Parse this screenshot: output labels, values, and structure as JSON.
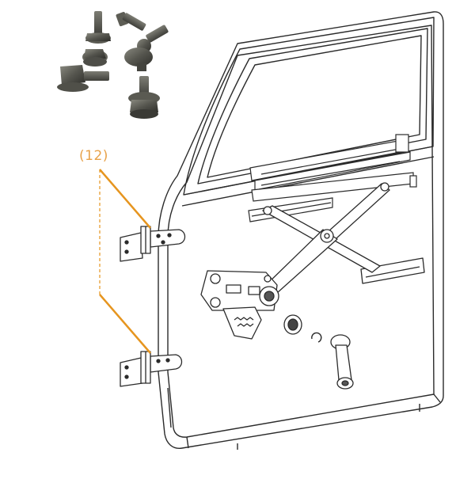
{
  "callout": {
    "label": "(12)",
    "color": "#e8a24a"
  },
  "colors": {
    "line": "#2b2b2b",
    "leader": "#e6951f",
    "bolt_dark": "#4a4a44",
    "bolt_mid": "#6e6e66"
  },
  "parts": {
    "bolts": {
      "name": "flange-bolts-with-washers",
      "count": 5
    },
    "hinges": {
      "name": "door-hinge",
      "count": 2
    },
    "door": {
      "name": "front-door-shell"
    },
    "regulator": {
      "name": "window-regulator-assembly"
    },
    "crank": {
      "name": "window-crank-handle"
    }
  }
}
